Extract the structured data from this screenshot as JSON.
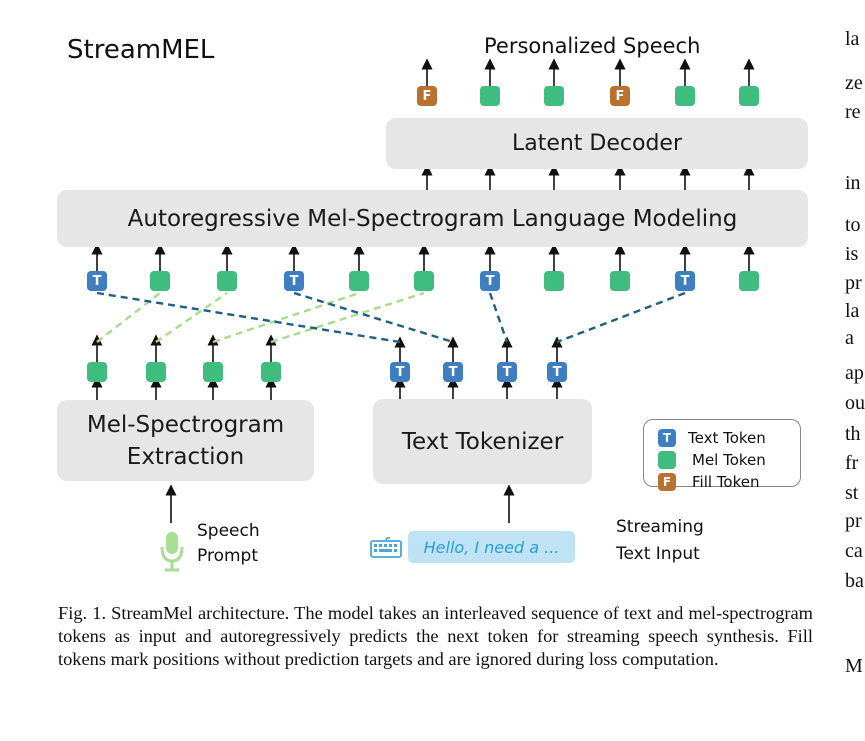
{
  "diagram": {
    "title": "StreamMEL",
    "output_label": "Personalized Speech",
    "blocks": {
      "latent_decoder": "Latent Decoder",
      "language_model": "Autoregressive Mel-Spectrogram Language Modeling",
      "mel_extraction_line1": "Mel-Spectrogram",
      "mel_extraction_line2": "Extraction",
      "text_tokenizer": "Text Tokenizer"
    },
    "inputs": {
      "speech_prompt_line1": "Speech",
      "speech_prompt_line2": "Prompt",
      "text_input_example": "Hello, I need a ...",
      "streaming_line1": "Streaming",
      "streaming_line2": "Text Input"
    },
    "legend": {
      "text_token": "Text Token",
      "mel_token": "Mel Token",
      "fill_token": "Fill Token"
    },
    "token_glyphs": {
      "text": "T",
      "mel": "",
      "fill": "F"
    },
    "decoder_outputs": [
      "F",
      "M",
      "M",
      "F",
      "M",
      "M"
    ],
    "lm_input_sequence": [
      "T",
      "M",
      "M",
      "T",
      "M",
      "M",
      "T",
      "M",
      "M",
      "T",
      "M"
    ],
    "mel_tokens_count_label": "",
    "colors": {
      "text_token": "#3d7fc1",
      "mel_token": "#3fbd7e",
      "fill_token": "#b8712e",
      "block": "#e6e6e6",
      "text_link": "#1f5f85",
      "mel_link": "#a7dc8a",
      "bubble": "#bfe3f4"
    },
    "icons": {
      "speech": "microphone-icon",
      "text": "keyboard-icon"
    }
  },
  "caption": "Fig. 1.  StreamMel architecture. The model takes an interleaved sequence of text and mel-spectrogram tokens as input and autoregressively predicts the next token for streaming speech synthesis. Fill tokens mark positions without prediction targets and are ignored during loss computation.",
  "right_column": {
    "lines": [
      "la",
      "ze",
      "re",
      "in",
      "to",
      "is",
      "pr",
      "la",
      "a",
      "ap",
      "ou",
      "th",
      "fr",
      "st",
      "pr",
      "ca",
      "ba",
      "M"
    ]
  }
}
